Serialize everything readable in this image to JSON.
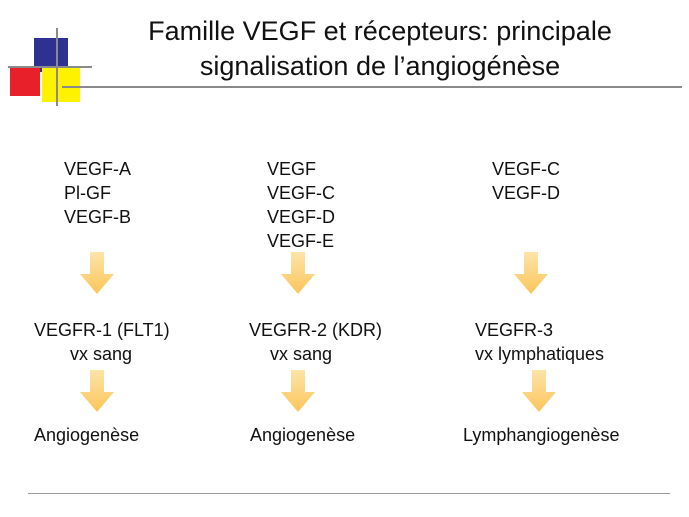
{
  "title": {
    "line1": "Famille VEGF et récepteurs: principale",
    "line2": "signalisation de l’angiogénèse"
  },
  "columns": [
    {
      "ligands": [
        "VEGF-A",
        "Pl-GF",
        "VEGF-B"
      ],
      "receptor": "VEGFR-1 (FLT1)",
      "vessel": "vx sang",
      "outcome": "Angiogenèse"
    },
    {
      "ligands": [
        "VEGF",
        "VEGF-C",
        "VEGF-D",
        "VEGF-E"
      ],
      "receptor": "VEGFR-2  (KDR)",
      "vessel": "vx sang",
      "outcome": "Angiogenèse"
    },
    {
      "ligands": [
        "VEGF-C",
        "VEGF-D"
      ],
      "receptor": "VEGFR-3",
      "vessel": "vx lymphatiques",
      "outcome": "Lymphangiogenèse"
    }
  ],
  "colors": {
    "arrow": "#fbc55a",
    "arrow_light": "#fde4a8",
    "logo_blue": "#2e3192",
    "logo_red": "#e8202a",
    "logo_yellow": "#fff200"
  }
}
